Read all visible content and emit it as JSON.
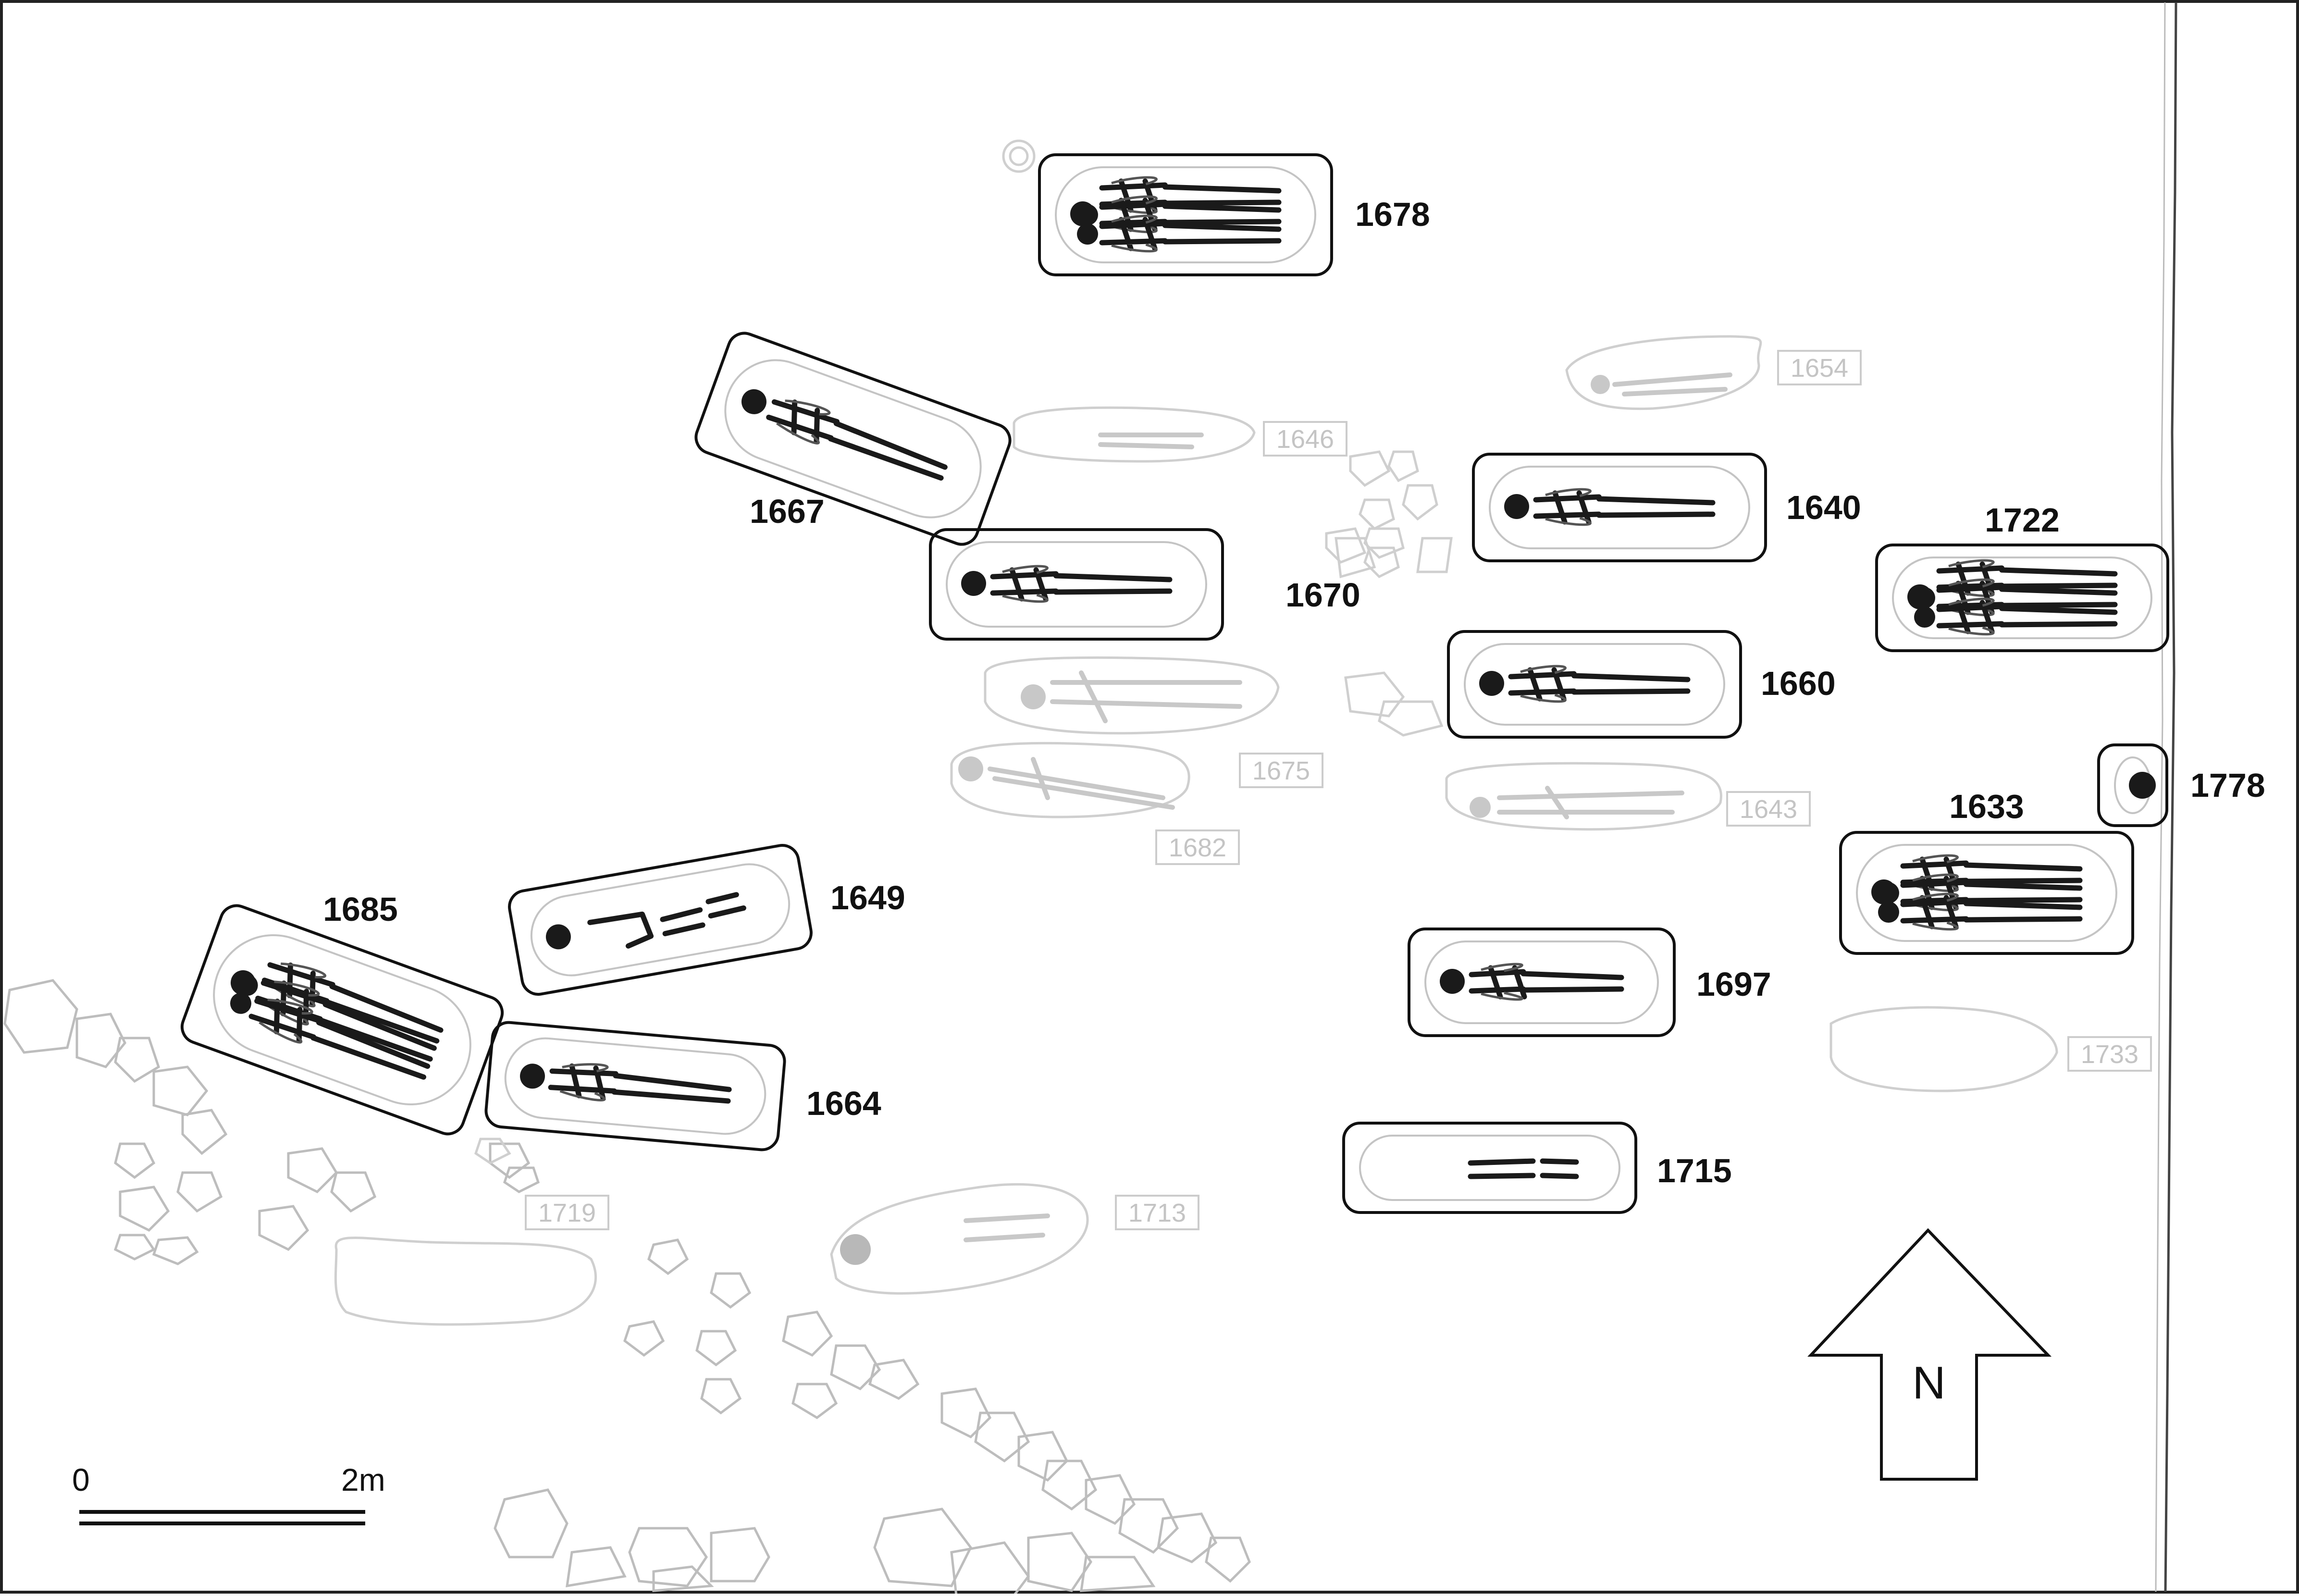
{
  "highlighted_burials": [
    {
      "id": "1678"
    },
    {
      "id": "1667"
    },
    {
      "id": "1670"
    },
    {
      "id": "1640"
    },
    {
      "id": "1722"
    },
    {
      "id": "1660"
    },
    {
      "id": "1778"
    },
    {
      "id": "1633"
    },
    {
      "id": "1685"
    },
    {
      "id": "1649"
    },
    {
      "id": "1664"
    },
    {
      "id": "1697"
    },
    {
      "id": "1715"
    }
  ],
  "faded_burials": [
    {
      "id": "1654"
    },
    {
      "id": "1646"
    },
    {
      "id": "1675"
    },
    {
      "id": "1682"
    },
    {
      "id": "1643"
    },
    {
      "id": "1733"
    },
    {
      "id": "1719"
    },
    {
      "id": "1713"
    }
  ],
  "north_arrow": {
    "label": "N"
  },
  "scale_bar": {
    "start_label": "0",
    "end_label": "2m"
  },
  "colors": {
    "outline": "#111111",
    "skeleton": "#1a1a1a",
    "faded": "#c8c8c8",
    "stone": "#bdbdbd",
    "background": "#ffffff"
  }
}
